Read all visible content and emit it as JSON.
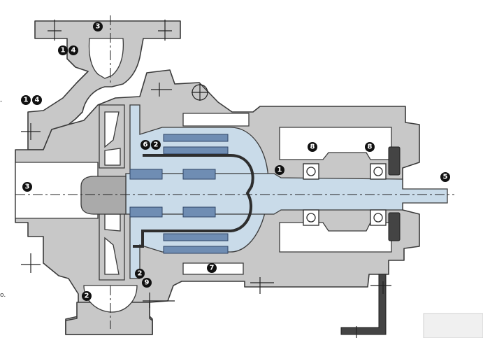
{
  "diagram": {
    "subject": "canned motor / magnetic drive pump cross-section",
    "colors": {
      "casing": "#c8c8c8",
      "casing_outline": "#3a3a3a",
      "cavity": "#ffffff",
      "liquid": "#c9dbe9",
      "magnets": "#6f8db3",
      "shaft": "#c3d7e7",
      "can": "#2e2e2e",
      "bracket": "#444444",
      "callout": "#111111"
    },
    "callouts": [
      {
        "id": "c-3-top",
        "text": "3"
      },
      {
        "id": "c-14-top",
        "text": "1"
      },
      {
        "id": "c-14-top-b",
        "text": "4"
      },
      {
        "id": "c-14-left",
        "text": "1"
      },
      {
        "id": "c-14-left-b",
        "text": "4"
      },
      {
        "id": "c-3-left",
        "text": "3"
      },
      {
        "id": "c-6",
        "text": "6"
      },
      {
        "id": "c-2-mid",
        "text": "2"
      },
      {
        "id": "c-8-a",
        "text": "8"
      },
      {
        "id": "c-8-b",
        "text": "8"
      },
      {
        "id": "c-1",
        "text": "1"
      },
      {
        "id": "c-5",
        "text": "5"
      },
      {
        "id": "c-7",
        "text": "7"
      },
      {
        "id": "c-2-low",
        "text": "2"
      },
      {
        "id": "c-9",
        "text": "9"
      },
      {
        "id": "c-2-bottom",
        "text": "2"
      }
    ],
    "edge_marks": [
      "-",
      "o."
    ]
  }
}
